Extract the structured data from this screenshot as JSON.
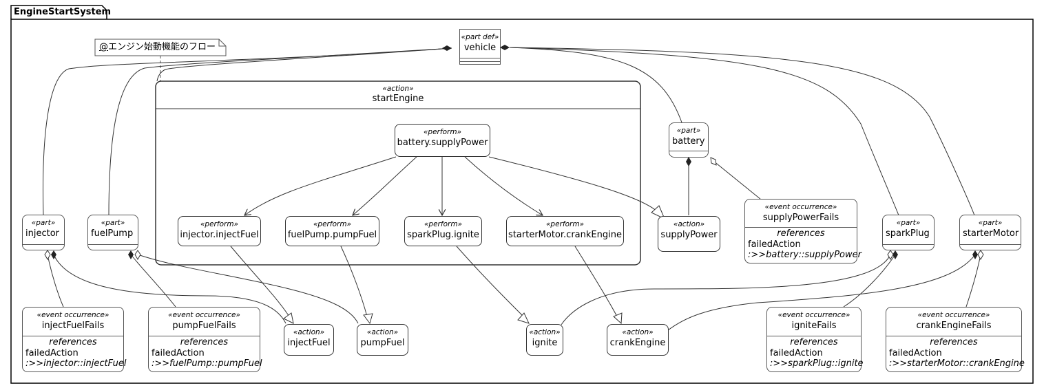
{
  "package": {
    "name": "EngineStartSystem"
  },
  "note": {
    "at": "@",
    "text": "エンジン始動機能のフロー"
  },
  "vehicle": {
    "stereotype": "«part def»",
    "name": "vehicle"
  },
  "start_engine": {
    "stereotype": "«action»",
    "name": "startEngine"
  },
  "performs": {
    "supply_power": {
      "stereotype": "«perform»",
      "name": "battery.supplyPower"
    },
    "inject_fuel": {
      "stereotype": "«perform»",
      "name": "injector.injectFuel"
    },
    "pump_fuel": {
      "stereotype": "«perform»",
      "name": "fuelPump.pumpFuel"
    },
    "ignite": {
      "stereotype": "«perform»",
      "name": "sparkPlug.ignite"
    },
    "crank_engine": {
      "stereotype": "«perform»",
      "name": "starterMotor.crankEngine"
    }
  },
  "parts": {
    "battery": {
      "stereotype": "«part»",
      "name": "battery"
    },
    "injector": {
      "stereotype": "«part»",
      "name": "injector"
    },
    "fuel_pump": {
      "stereotype": "«part»",
      "name": "fuelPump"
    },
    "spark_plug": {
      "stereotype": "«part»",
      "name": "sparkPlug"
    },
    "starter_motor": {
      "stereotype": "«part»",
      "name": "starterMotor"
    }
  },
  "actions": {
    "supply_power": {
      "stereotype": "«action»",
      "name": "supplyPower"
    },
    "inject_fuel": {
      "stereotype": "«action»",
      "name": "injectFuel"
    },
    "pump_fuel": {
      "stereotype": "«action»",
      "name": "pumpFuel"
    },
    "ignite": {
      "stereotype": "«action»",
      "name": "ignite"
    },
    "crank_engine": {
      "stereotype": "«action»",
      "name": "crankEngine"
    }
  },
  "events": {
    "supply_power_fails": {
      "stereotype": "«event occurrence»",
      "name": "supplyPowerFails",
      "refs_title": "references",
      "field": "failedAction",
      "target": ":>>battery::supplyPower"
    },
    "inject_fuel_fails": {
      "stereotype": "«event occurrence»",
      "name": "injectFuelFails",
      "refs_title": "references",
      "field": "failedAction",
      "target": ":>>injector::injectFuel"
    },
    "pump_fuel_fails": {
      "stereotype": "«event occurrence»",
      "name": "pumpFuelFails",
      "refs_title": "references",
      "field": "failedAction",
      "target": ":>>fuelPump::pumpFuel"
    },
    "ignite_fails": {
      "stereotype": "«event occurrence»",
      "name": "igniteFails",
      "refs_title": "references",
      "field": "failedAction",
      "target": ":>>sparkPlug::ignite"
    },
    "crank_engine_fails": {
      "stereotype": "«event occurrence»",
      "name": "crankEngineFails",
      "refs_title": "references",
      "field": "failedAction",
      "target": ":>>starterMotor::crankEngine"
    }
  }
}
